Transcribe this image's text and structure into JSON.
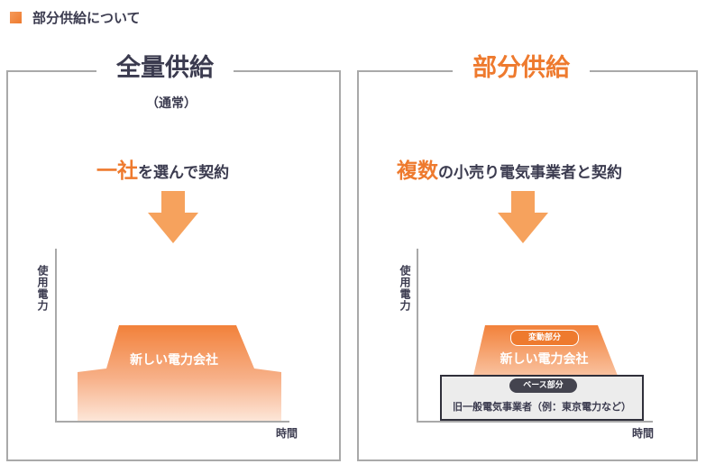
{
  "header": {
    "title": "部分供給について"
  },
  "left": {
    "title": "全量供給",
    "subtitle": "（通常）",
    "lead_em": "一社",
    "lead_rest": "を選んで契約",
    "y_label": "使用電力",
    "x_label": "時間",
    "shape_label": "新しい電力会社"
  },
  "right": {
    "title": "部分供給",
    "lead_em": "複数",
    "lead_rest": "の小売り電気事業者と契約",
    "y_label": "使用電力",
    "x_label": "時間",
    "variable_badge": "変動部分",
    "shape_label": "新しい電力会社",
    "base_badge": "ベース部分",
    "base_label": "旧一般電気事業者（例：東京電力など）"
  },
  "colors": {
    "accent": "#ee7a2e",
    "text": "#3b3b4f",
    "border": "#a9a9a9",
    "base_dark": "#44444f"
  }
}
